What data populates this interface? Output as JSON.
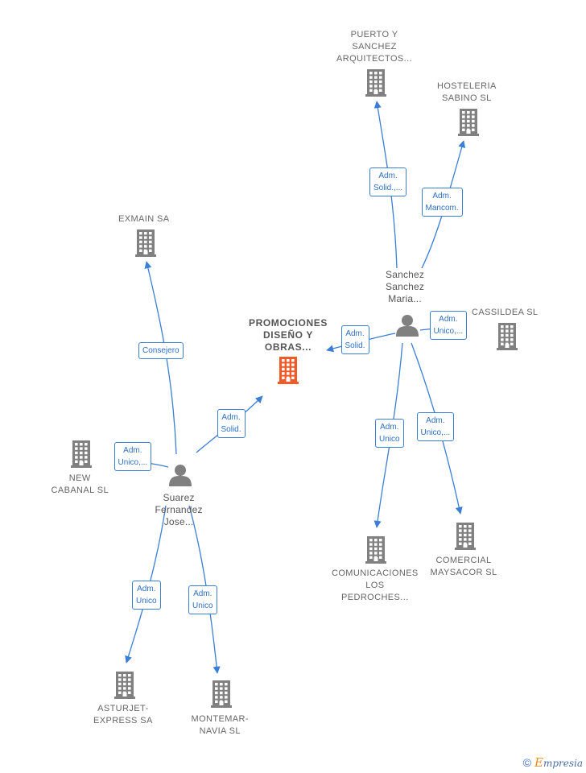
{
  "colors": {
    "edge": "#3a7fd5",
    "node": "#808080",
    "focus": "#f05a28"
  },
  "nodes": [
    {
      "id": "promociones",
      "type": "company",
      "focus": true,
      "label": [
        "PROMOCIONES",
        "DISEÑO Y",
        "OBRAS..."
      ],
      "icon": "building-icon"
    },
    {
      "id": "puerto",
      "type": "company",
      "label": [
        "PUERTO Y",
        "SANCHEZ",
        "ARQUITECTOS..."
      ],
      "icon": "building-icon"
    },
    {
      "id": "hosteleria",
      "type": "company",
      "label": [
        "HOSTELERIA",
        "SABINO SL"
      ],
      "icon": "building-icon"
    },
    {
      "id": "exmain",
      "type": "company",
      "label": [
        "EXMAIN SA"
      ],
      "icon": "building-icon"
    },
    {
      "id": "cassildea",
      "type": "company",
      "label": [
        "CASSILDEA  SL"
      ],
      "icon": "building-icon"
    },
    {
      "id": "newcabanal",
      "type": "company",
      "label": [
        "NEW",
        "CABANAL  SL"
      ],
      "icon": "building-icon"
    },
    {
      "id": "comunicaciones",
      "type": "company",
      "label": [
        "COMUNICACIONES",
        "LOS",
        "PEDROCHES..."
      ],
      "icon": "building-icon"
    },
    {
      "id": "comercial",
      "type": "company",
      "label": [
        "COMERCIAL",
        "MAYSACOR SL"
      ],
      "icon": "building-icon"
    },
    {
      "id": "asturjet",
      "type": "company",
      "label": [
        "ASTURJET-",
        "EXPRESS SA"
      ],
      "icon": "building-icon"
    },
    {
      "id": "montemar",
      "type": "company",
      "label": [
        "MONTEMAR-",
        "NAVIA SL"
      ],
      "icon": "building-icon"
    },
    {
      "id": "sanchez",
      "type": "person",
      "label": [
        "Sanchez",
        "Sanchez",
        "Maria..."
      ],
      "icon": "person-icon"
    },
    {
      "id": "suarez",
      "type": "person",
      "label": [
        "Suarez",
        "Fernandez",
        "Jose..."
      ],
      "icon": "person-icon"
    }
  ],
  "edges": [
    {
      "from": "sanchez",
      "to": "puerto",
      "label": [
        "Adm.",
        "Solid.,..."
      ]
    },
    {
      "from": "sanchez",
      "to": "hosteleria",
      "label": [
        "Adm.",
        "Mancom."
      ]
    },
    {
      "from": "sanchez",
      "to": "promociones",
      "label": [
        "Adm.",
        "Solid."
      ]
    },
    {
      "from": "sanchez",
      "to": "cassildea",
      "label": [
        "Adm.",
        "Unico,..."
      ]
    },
    {
      "from": "sanchez",
      "to": "comunicaciones",
      "label": [
        "Adm.",
        "Unico"
      ]
    },
    {
      "from": "sanchez",
      "to": "comercial",
      "label": [
        "Adm.",
        "Unico,..."
      ]
    },
    {
      "from": "suarez",
      "to": "exmain",
      "label": [
        "Consejero"
      ]
    },
    {
      "from": "suarez",
      "to": "promociones",
      "label": [
        "Adm.",
        "Solid."
      ]
    },
    {
      "from": "suarez",
      "to": "newcabanal",
      "label": [
        "Adm.",
        "Unico,..."
      ]
    },
    {
      "from": "suarez",
      "to": "asturjet",
      "label": [
        "Adm.",
        "Unico"
      ]
    },
    {
      "from": "suarez",
      "to": "montemar",
      "label": [
        "Adm.",
        "Unico"
      ]
    }
  ],
  "footer": {
    "copyright": "©",
    "brand_initial": "E",
    "brand_rest": "mpresia"
  }
}
